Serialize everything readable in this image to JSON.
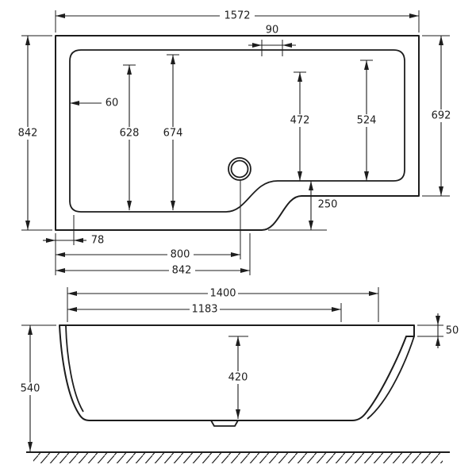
{
  "drawing": {
    "type": "technical-dimension-drawing",
    "subject": "L-shaped shower bath",
    "line_color": "#1d1d1d",
    "background": "#ffffff"
  },
  "plan_view": {
    "name": "plan view (top)",
    "dimensions": {
      "overall_length": "1572",
      "top_offset": "90",
      "overall_width_left": "842",
      "overall_width_right": "692",
      "rim_width_left": "60",
      "inner_width_base_left": "628",
      "inner_width_rim_left": "674",
      "inner_width_base_right": "472",
      "inner_width_rim_right": "524",
      "step_depth": "250",
      "rim_width_bottom": "78",
      "waste_centre_from_left": "800",
      "wide_section_length": "842"
    }
  },
  "side_view": {
    "name": "side elevation",
    "dimensions": {
      "rim_internal_length": "1400",
      "base_internal_length": "1183",
      "rim_edge_depth": "50",
      "internal_depth": "420",
      "overall_height": "540"
    }
  }
}
